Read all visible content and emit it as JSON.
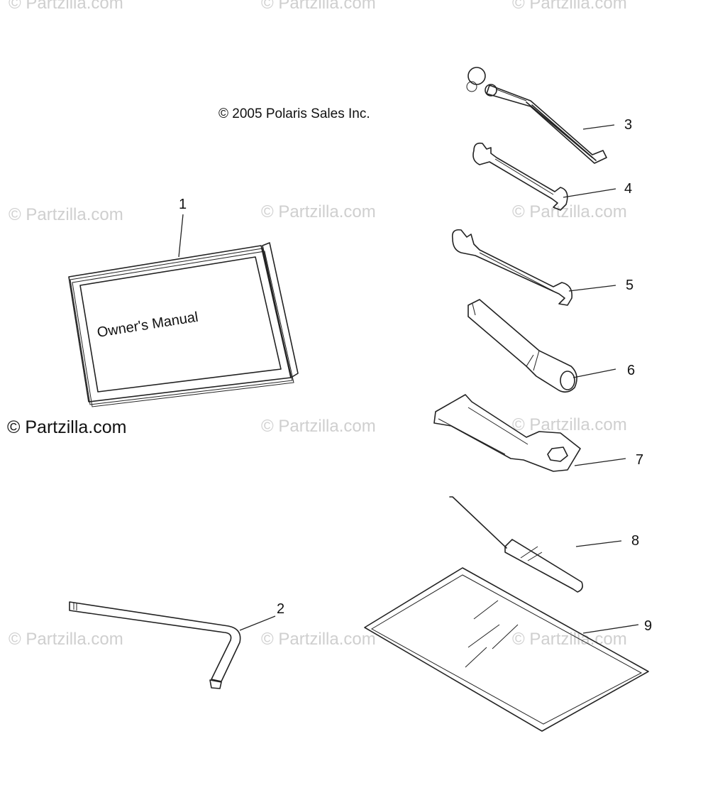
{
  "copyright": "© 2005 Polaris Sales Inc.",
  "watermark": "© Partzilla.com",
  "manual_cover_text": "Owner's Manual",
  "callouts": [
    "1",
    "2",
    "3",
    "4",
    "5",
    "6",
    "7",
    "8",
    "9"
  ]
}
